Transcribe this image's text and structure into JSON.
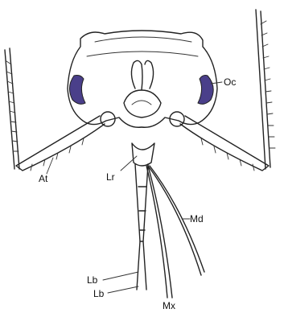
{
  "figure": {
    "colors": {
      "ink": "#222222",
      "eye": "#4a3f8a",
      "background": "#ffffff"
    },
    "labels": {
      "oc": "Oc",
      "at": "At",
      "lr": "Lr",
      "md": "Md",
      "lb1": "Lb",
      "lb2": "Lb",
      "mx": "Mx"
    }
  }
}
